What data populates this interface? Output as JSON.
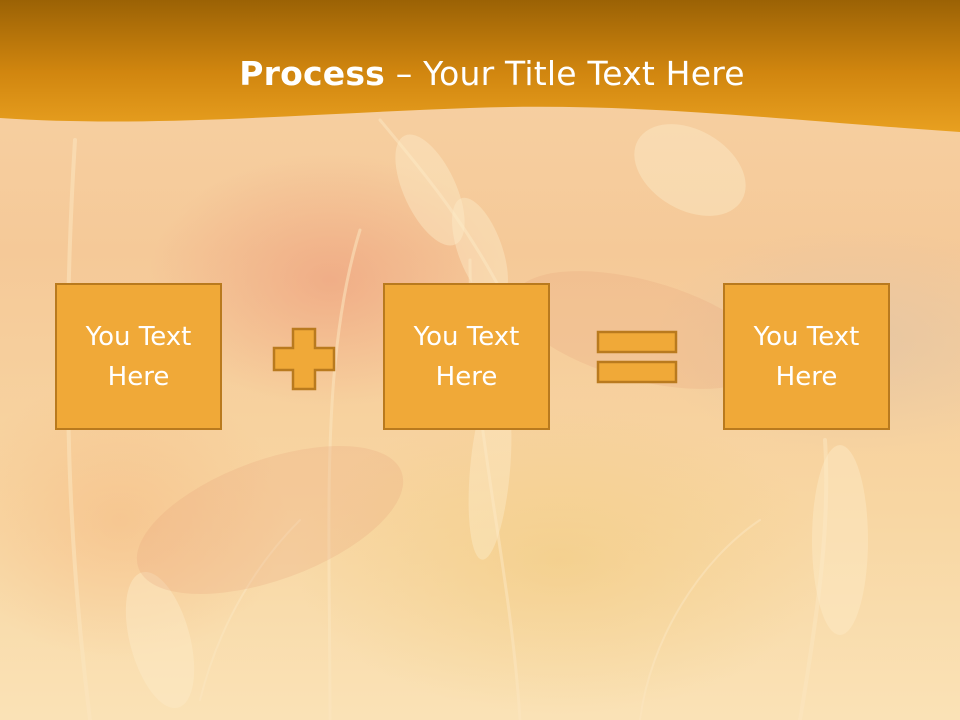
{
  "slide": {
    "title_bold": "Process",
    "title_rest": " – Your Title Text Here",
    "boxes": [
      {
        "text": "You Text Here"
      },
      {
        "text": "You Text Here"
      },
      {
        "text": "You Text Here"
      }
    ],
    "operators": [
      "plus-icon",
      "equals-icon"
    ]
  },
  "colors": {
    "banner_dark": "#9b6205",
    "banner_light": "#e8a020",
    "box_fill": "#f0a938",
    "box_border": "#b97a1e",
    "text": "#ffffff"
  }
}
